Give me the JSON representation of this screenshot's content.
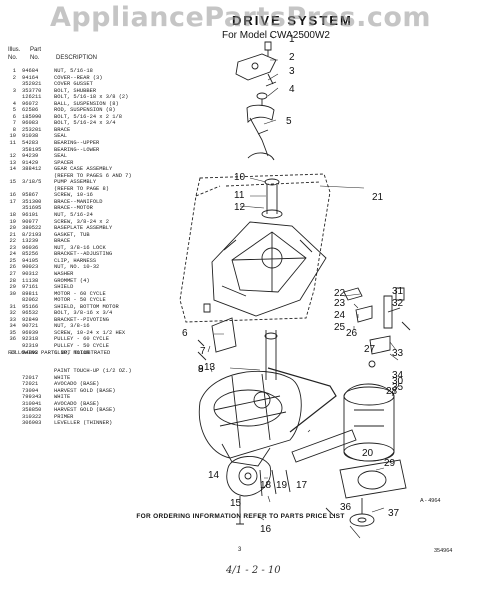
{
  "watermark": "AppliancePartsPros.com",
  "header": {
    "title": "DRIVE SYSTEM",
    "model": "For Model CWA2500W2"
  },
  "columns": {
    "illus": "Illus.",
    "part": "Part",
    "no1": "No.",
    "no2": "No.",
    "desc": "DESCRIPTION"
  },
  "parts": [
    {
      "key": "1",
      "part": "94684",
      "desc": "NUT, 5/16-18"
    },
    {
      "key": "2",
      "part": "94164",
      "desc": "COVER--REAR (3)"
    },
    {
      "key": "",
      "part": "352021",
      "desc": "COVER GUSSET"
    },
    {
      "key": "3",
      "part": "353770",
      "desc": "BOLT, SHUBBER"
    },
    {
      "key": "",
      "part": "126211",
      "desc": "BOLT, 5/16-18 x 3/8 (2)"
    },
    {
      "key": "4",
      "part": "96072",
      "desc": "BALL, SUSPENSION (8)"
    },
    {
      "key": "5",
      "part": "62586",
      "desc": "ROD, SUSPENSION (8)"
    },
    {
      "key": "6",
      "part": "185990",
      "desc": "BOLT, 5/16-24 x 2 1/8"
    },
    {
      "key": "7",
      "part": "96083",
      "desc": "BOLT, 5/16-24 x 3/4"
    },
    {
      "key": "8",
      "part": "253201",
      "desc": "BRACE"
    },
    {
      "key": "10",
      "part": "91038",
      "desc": "SEAL"
    },
    {
      "key": "11",
      "part": "54283",
      "desc": "BEARING--UPPER"
    },
    {
      "key": "",
      "part": "358195",
      "desc": "BEARING--LOWER"
    },
    {
      "key": "12",
      "part": "94239",
      "desc": "SEAL"
    },
    {
      "key": "13",
      "part": "91429",
      "desc": "SPACER"
    },
    {
      "key": "14",
      "part": "388412",
      "desc": "GEAR CASE ASSEMBLY"
    },
    {
      "key": "",
      "part": "",
      "desc": "(REFER TO PAGES 6 AND 7)"
    },
    {
      "key": "15",
      "part": "3/18/5",
      "desc": "PUMP ASSEMBLY"
    },
    {
      "key": "",
      "part": "",
      "desc": "(REFER TO PAGE 8)"
    },
    {
      "key": "16",
      "part": "95867",
      "desc": "SCREW, 10-16"
    },
    {
      "key": "17",
      "part": "351300",
      "desc": "BRACE--MANIFOLD"
    },
    {
      "key": "",
      "part": "351695",
      "desc": "BRACE--MOTOR"
    },
    {
      "key": "18",
      "part": "96101",
      "desc": "NUT, 5/16-24"
    },
    {
      "key": "19",
      "part": "90977",
      "desc": "SCREW, 3/8-24 x 2"
    },
    {
      "key": "20",
      "part": "380522",
      "desc": "BASEPLATE ASSEMBLY"
    },
    {
      "key": "21",
      "part": "8/2193",
      "desc": "GASKET, TUB"
    },
    {
      "key": "22",
      "part": "13239",
      "desc": "BRACE"
    },
    {
      "key": "23",
      "part": "96036",
      "desc": "NUT, 3/8-16 LOCK"
    },
    {
      "key": "24",
      "part": "85256",
      "desc": "BRACKET--ADJUSTING"
    },
    {
      "key": "25",
      "part": "94105",
      "desc": "CLIP, HARNESS"
    },
    {
      "key": "26",
      "part": "90023",
      "desc": "NUT, NO. 10-32"
    },
    {
      "key": "27",
      "part": "90312",
      "desc": "WASHER"
    },
    {
      "key": "28",
      "part": "11138",
      "desc": "GROMMET (4)"
    },
    {
      "key": "29",
      "part": "97161",
      "desc": "SHIELD"
    },
    {
      "key": "30",
      "part": "89811",
      "desc": "MOTOR - 60 CYCLE"
    },
    {
      "key": "",
      "part": "82062",
      "desc": "MOTOR - 50 CYCLE"
    },
    {
      "key": "31",
      "part": "95166",
      "desc": "SHIELD, BOTTOM MOTOR"
    },
    {
      "key": "32",
      "part": "96532",
      "desc": "BOLT, 3/8-16 x 3/4"
    },
    {
      "key": "33",
      "part": "92849",
      "desc": "BRACKET--PIVOTING"
    },
    {
      "key": "34",
      "part": "90721",
      "desc": "NUT, 3/8-16"
    },
    {
      "key": "35",
      "part": "96939",
      "desc": "SCREW, 10-24 x 1/2 HEX"
    },
    {
      "key": "36",
      "part": "92318",
      "desc": "PULLEY - 60 CYCLE"
    },
    {
      "key": "",
      "part": "92319",
      "desc": "PULLEY - 50 CYCLE"
    },
    {
      "key": "37",
      "part": "94892",
      "desc": "CLIP, MOTOR"
    }
  ],
  "sub_heading": "FOLLOWING PARTS NOT ILLUSTRATED",
  "parts2": [
    {
      "key": "",
      "part": "",
      "desc": "PAINT TOUCH-UP (1/2 OZ.)"
    },
    {
      "key": "",
      "part": "72017",
      "desc": "WHITE"
    },
    {
      "key": "",
      "part": "72021",
      "desc": "AVOCADO (BASE)"
    },
    {
      "key": "",
      "part": "73094",
      "desc": "HARVEST GOLD (BASE)"
    },
    {
      "key": "",
      "part": "799343",
      "desc": "WHITE"
    },
    {
      "key": "",
      "part": "310041",
      "desc": "AVOCADO (BASE)"
    },
    {
      "key": "",
      "part": "358850",
      "desc": "HARVEST GOLD (BASE)"
    },
    {
      "key": "",
      "part": "310322",
      "desc": "PRIMER"
    },
    {
      "key": "",
      "part": "306903",
      "desc": "LEVELLER (THINNER)"
    }
  ],
  "footer": "FOR ORDERING INFORMATION REFER TO PARTS PRICE LIST",
  "page_number": "3",
  "doc_number": "354964",
  "drawing_ref": "A - 4964",
  "handwriting": "4/1 - 2 - 10",
  "callouts": [
    "1",
    "2",
    "3",
    "4",
    "5",
    "6",
    "7",
    "8",
    "9",
    "10",
    "11",
    "12",
    "13",
    "14",
    "15",
    "16",
    "17",
    "18",
    "19",
    "20",
    "21",
    "22",
    "23",
    "24",
    "25",
    "26",
    "27",
    "28",
    "29",
    "30",
    "31",
    "32",
    "33",
    "34",
    "35",
    "36",
    "37"
  ]
}
